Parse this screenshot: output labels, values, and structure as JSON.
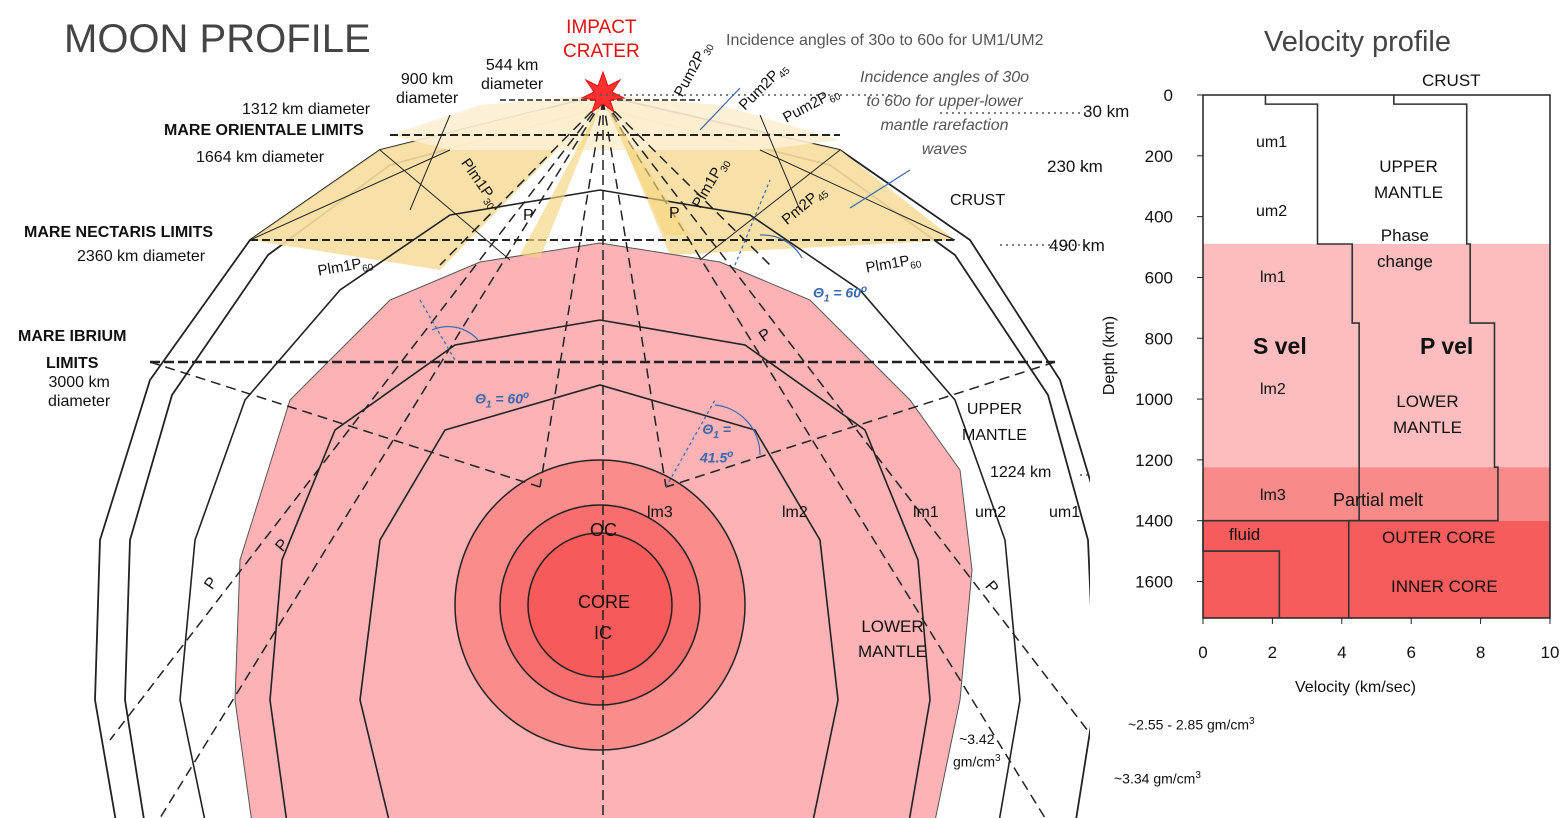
{
  "titles": {
    "moon_profile": "MOON PROFILE",
    "velocity_profile": "Velocity profile"
  },
  "impact": {
    "line1": "IMPACT",
    "line2": "CRATER"
  },
  "diameters": {
    "d544_a": "544 km",
    "d544_b": "diameter",
    "d900_a": "900 km",
    "d900_b": "diameter",
    "d1312": "1312 km diameter",
    "d1664": "1664 km diameter",
    "d2360": "2360 km diameter",
    "d3000_a": "3000 km",
    "d3000_b": "diameter"
  },
  "mare": {
    "orientale": "MARE ORIENTALE LIMITS",
    "nectaris": "MARE NECTARIS LIMITS",
    "ibrium_a": "MARE IBRIUM",
    "ibrium_b": "LIMITS"
  },
  "incidence": {
    "um": "Incidence angles of 30o to 60o for UM1/UM2",
    "ul_1": "Incidence angles of  30o",
    "ul_2": "to 60o for upper-lower",
    "ul_3": "mantle rarefaction",
    "ul_4": "waves"
  },
  "rays": {
    "pum2p30": "Pum2P",
    "pum2p30_sub": "30",
    "pum2p45": "Pum2P",
    "pum2p45_sub": "45",
    "pum2p60": "Pum2P",
    "pum2p60_sub": "60",
    "plm1p30_l": "Plm1P",
    "plm1p30_l_sub": "30",
    "plm1p30_r": "Plm1P",
    "plm1p30_r_sub": "30",
    "pm2p45": "Pm2P",
    "pm2p45_sub": "45",
    "plm1p60_l": "Plm1P",
    "plm1p60_l_sub": "60",
    "plm1p60_r": "Plm1P",
    "plm1p60_r_sub": "60",
    "p": "P"
  },
  "angles": {
    "theta_a": "Θ",
    "theta_sub": "1",
    "theta_60": " = 60",
    "theta_sup": "o",
    "theta_415_a": " =",
    "theta_415_b": "41.5"
  },
  "layers": {
    "crust": "CRUST",
    "upper_mantle_a": "UPPER",
    "upper_mantle_b": "MANTLE",
    "lower_mantle_a": "LOWER",
    "lower_mantle_b": "MANTLE",
    "oc": "OC",
    "core": "CORE",
    "ic": "IC",
    "lm3": "lm3",
    "lm2": "lm2",
    "lm1": "lm1",
    "um2": "um2",
    "um1": "um1"
  },
  "depth_marks": {
    "d30": "30 km",
    "d230": "230 km",
    "d490": "490 km",
    "d1224": "1224 km"
  },
  "densities": {
    "crust": "~2.55 - 2.85 gm/cm",
    "mantle": "~3.34 gm/cm",
    "lower_a": "~3.42",
    "lower_b": "gm/cm",
    "cube": "3"
  },
  "velocity_chart": {
    "xlabel": "Velocity (km/sec)",
    "ylabel": "Depth (km)",
    "xticks": [
      "0",
      "2",
      "4",
      "6",
      "8",
      "10"
    ],
    "yticks": [
      "0",
      "200",
      "400",
      "600",
      "800",
      "1000",
      "1200",
      "1400",
      "1600"
    ],
    "labels": {
      "crust": "CRUST",
      "um1": "um1",
      "um2": "um2",
      "lm1": "lm1",
      "lm2": "lm2",
      "lm3": "lm3",
      "svel": "S vel",
      "pvel": "P vel",
      "upper_a": "UPPER",
      "upper_b": "MANTLE",
      "phase_a": "Phase",
      "phase_b": "change",
      "lower_a": "LOWER",
      "lower_b": "MANTLE",
      "partial": "Partial melt",
      "outer": "OUTER CORE",
      "inner": "INNER CORE",
      "fluid": "fluid"
    }
  },
  "chart_data": {
    "type": "line",
    "xlabel": "Velocity (km/sec)",
    "ylabel": "Depth (km)",
    "xlim": [
      0,
      10
    ],
    "ylim": [
      1720,
      0
    ],
    "series": [
      {
        "name": "S vel",
        "depth": [
          0,
          30,
          30,
          230,
          490,
          750,
          1224,
          1400,
          1400,
          1500,
          1720
        ],
        "velocity": [
          1.8,
          1.8,
          3.3,
          3.3,
          4.3,
          4.5,
          4.5,
          3.2,
          0,
          2.2,
          2.2
        ]
      },
      {
        "name": "P vel",
        "depth": [
          0,
          30,
          30,
          230,
          490,
          750,
          1224,
          1400,
          1400,
          1720
        ],
        "velocity": [
          5.5,
          5.5,
          7.6,
          7.6,
          7.7,
          8.4,
          8.5,
          7.4,
          4.2,
          4.3
        ]
      }
    ]
  },
  "colors": {
    "crust_band": "#f7dea0",
    "mantle": "#fdb3b5",
    "outer_core": "#fa8c8c",
    "inner_core": "#f65a5a",
    "angle_blue": "#3a66b0",
    "impact_red": "#e01010"
  }
}
